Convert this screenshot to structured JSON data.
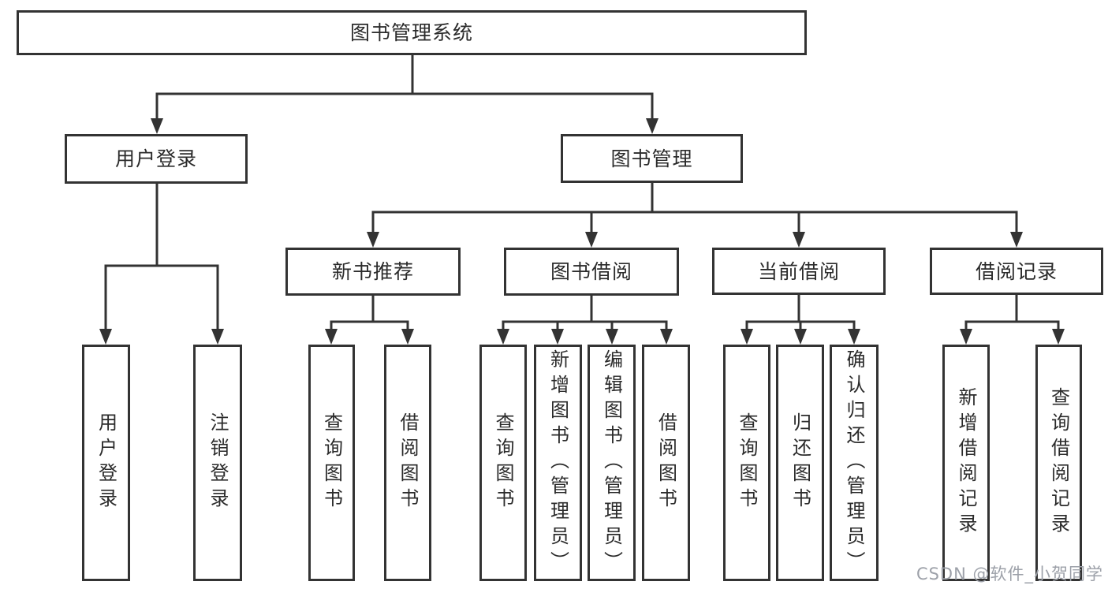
{
  "nodes": {
    "root": "图书管理系统",
    "level2": [
      "用户登录",
      "图书管理"
    ],
    "level3": [
      "新书推荐",
      "图书借阅",
      "当前借阅",
      "借阅记录"
    ],
    "leaves": {
      "login": [
        "用户登录",
        "注销登录"
      ],
      "recommend": [
        "查询图书",
        "借阅图书"
      ],
      "borrow": [
        "查询图书",
        "新增图书（管理员）",
        "编辑图书（管理员）",
        "借阅图书"
      ],
      "current": [
        "查询图书",
        "归还图书",
        "确认归还（管理员）"
      ],
      "records": [
        "新增借阅记录",
        "查询借阅记录"
      ]
    }
  },
  "watermark": "CSDN @软件_小贺同学",
  "colors": {
    "line": "#333333",
    "text": "#2b2b2b",
    "watermark": "#9da1a9",
    "background": "#ffffff"
  }
}
